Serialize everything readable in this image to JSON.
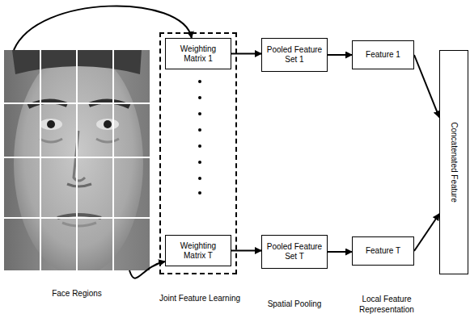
{
  "diagram": {
    "nodes": [
      {
        "text": [
          "Face Regions"
        ]
      },
      {
        "text": [
          "Joint Feature Learning"
        ]
      },
      {
        "text": [
          "Weighting Matrix 1"
        ],
        "in": 1
      },
      {
        "text": [
          "Weighting Matrix T"
        ],
        "in": 1
      },
      {
        "text": [
          "Pooled Feature Set 1"
        ]
      },
      {
        "text": [
          "Pooled Feature Set T"
        ]
      },
      {
        "text": [
          "Feature 1"
        ]
      },
      {
        "text": [
          "Feature T"
        ]
      },
      {
        "text": [
          "Concatenated Feature"
        ]
      }
    ],
    "edges": [
      {
        "from": 0,
        "to": 2,
        "arrow": "to"
      },
      {
        "from": 0,
        "to": 3,
        "arrow": "to"
      },
      {
        "from": 2,
        "to": 4,
        "arrow": "to"
      },
      {
        "from": 3,
        "to": 5,
        "arrow": "to"
      },
      {
        "from": 4,
        "to": 6,
        "arrow": "to"
      },
      {
        "from": 5,
        "to": 7,
        "arrow": "to"
      },
      {
        "from": 6,
        "to": 8,
        "arrow": "to"
      },
      {
        "from": 7,
        "to": 8,
        "arrow": "to"
      }
    ],
    "labels": [
      "Spatial Pooling",
      "Local Feature Representation"
    ]
  }
}
